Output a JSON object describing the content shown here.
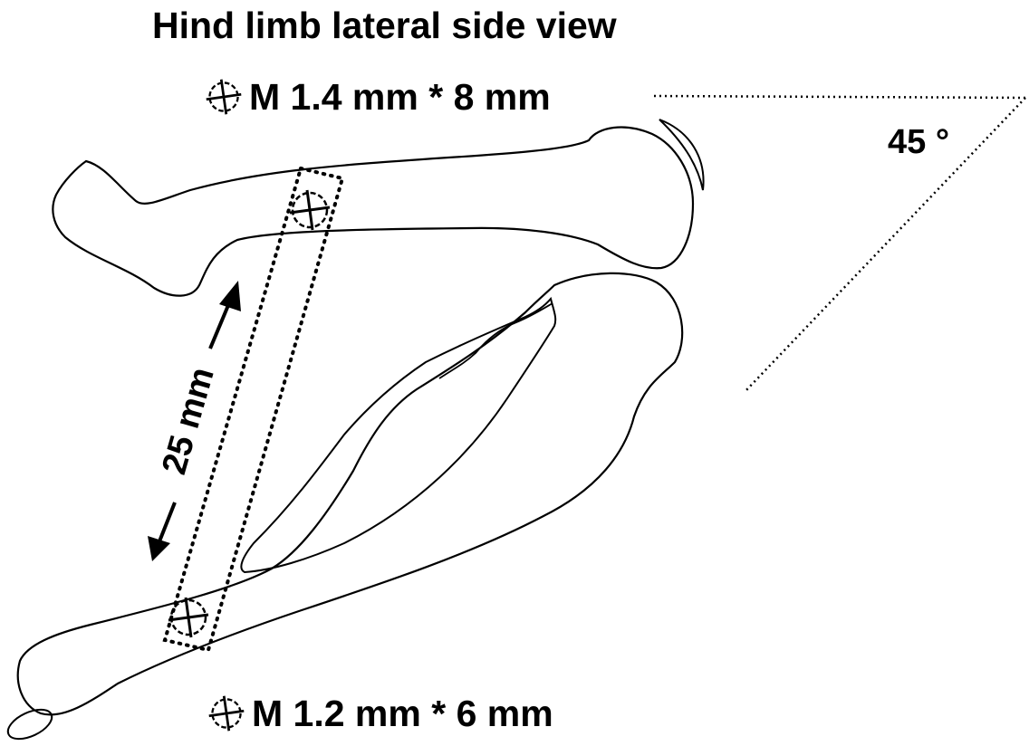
{
  "title": "Hind limb lateral side view",
  "screws": {
    "proximal_label": "M 1.4 mm * 8 mm",
    "distal_label": "M 1.2 mm * 6 mm"
  },
  "angle_label": "45 °",
  "length_label": "25 mm",
  "colors": {
    "line": "#000000",
    "background": "#ffffff"
  },
  "icons": [
    "screw-head-icon",
    "arrow-up-icon",
    "arrow-down-icon"
  ]
}
